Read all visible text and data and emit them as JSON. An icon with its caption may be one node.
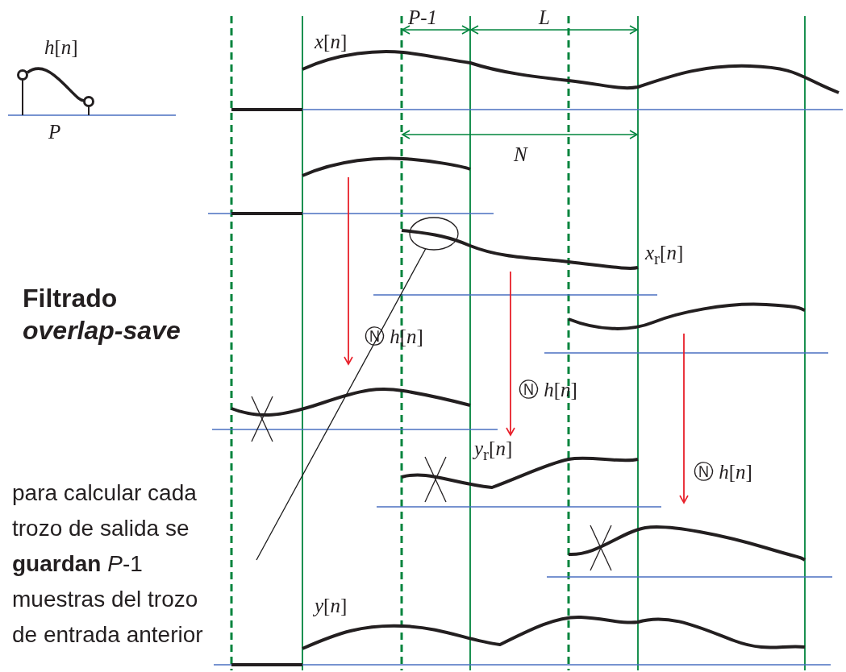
{
  "diagram": {
    "nodes": [
      {
        "text": [
          "para calcular cada trozo de salida se **guardan** *P*-1 muestras del trozo de entrada anterior"
        ]
      },
      {
        "text": [],
        "shape": "ellipse"
      },
      {
        "text": [],
        "shape": "curve"
      },
      {
        "text": [],
        "shape": "curve",
        "beside": [
          "*x*$_{r}$[*n*]"
        ]
      },
      {
        "text": [],
        "shape": "curve"
      },
      {
        "text": [],
        "shape": "curve"
      },
      {
        "text": [],
        "shape": "curve",
        "beside": [
          "*y*$_{r}$[*n*]"
        ]
      },
      {
        "text": [],
        "shape": "curve"
      }
    ],
    "edges": [
      {
        "from": 0,
        "to": 1,
        "arrow": "none",
        "color": "#1a1a1a"
      },
      {
        "from": 2,
        "to": 5,
        "arrow": "to",
        "label": "Ⓝ *h*[*n*]"
      },
      {
        "from": 3,
        "to": 6,
        "arrow": "to",
        "label": "Ⓝ *h*[*n*]"
      },
      {
        "from": 4,
        "to": 7,
        "arrow": "to",
        "label": "Ⓝ *h*[*n*]"
      }
    ],
    "labels": [
      "*h*[*n*]",
      "*P*",
      "*x*[*n*]",
      "*P-1*",
      "*L*",
      "*N*",
      "Filtrado *overlap-save*",
      "*y*[*n*]"
    ]
  }
}
